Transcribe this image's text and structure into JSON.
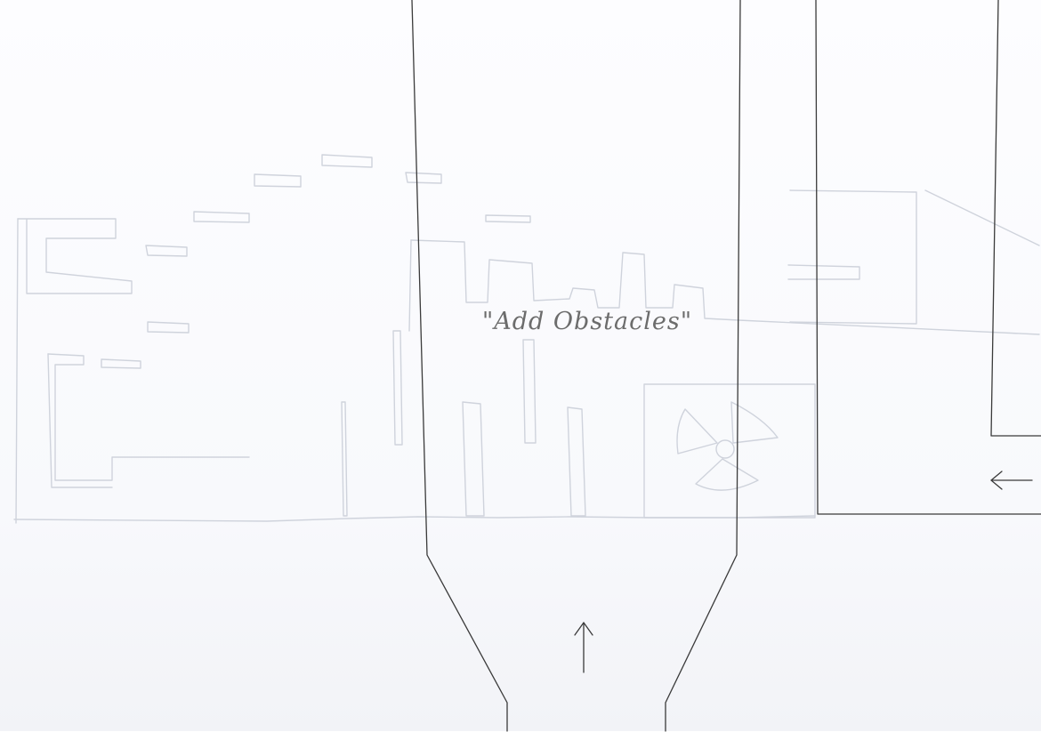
{
  "sketch": {
    "annotation": "\"Add Obstacles\"",
    "colors": {
      "paper": "#fbfbfd",
      "ink": "#3a3a3a",
      "faint_pencil": "#cfd3dc"
    },
    "icons": [
      "up-arrow",
      "left-arrow",
      "fan"
    ]
  }
}
